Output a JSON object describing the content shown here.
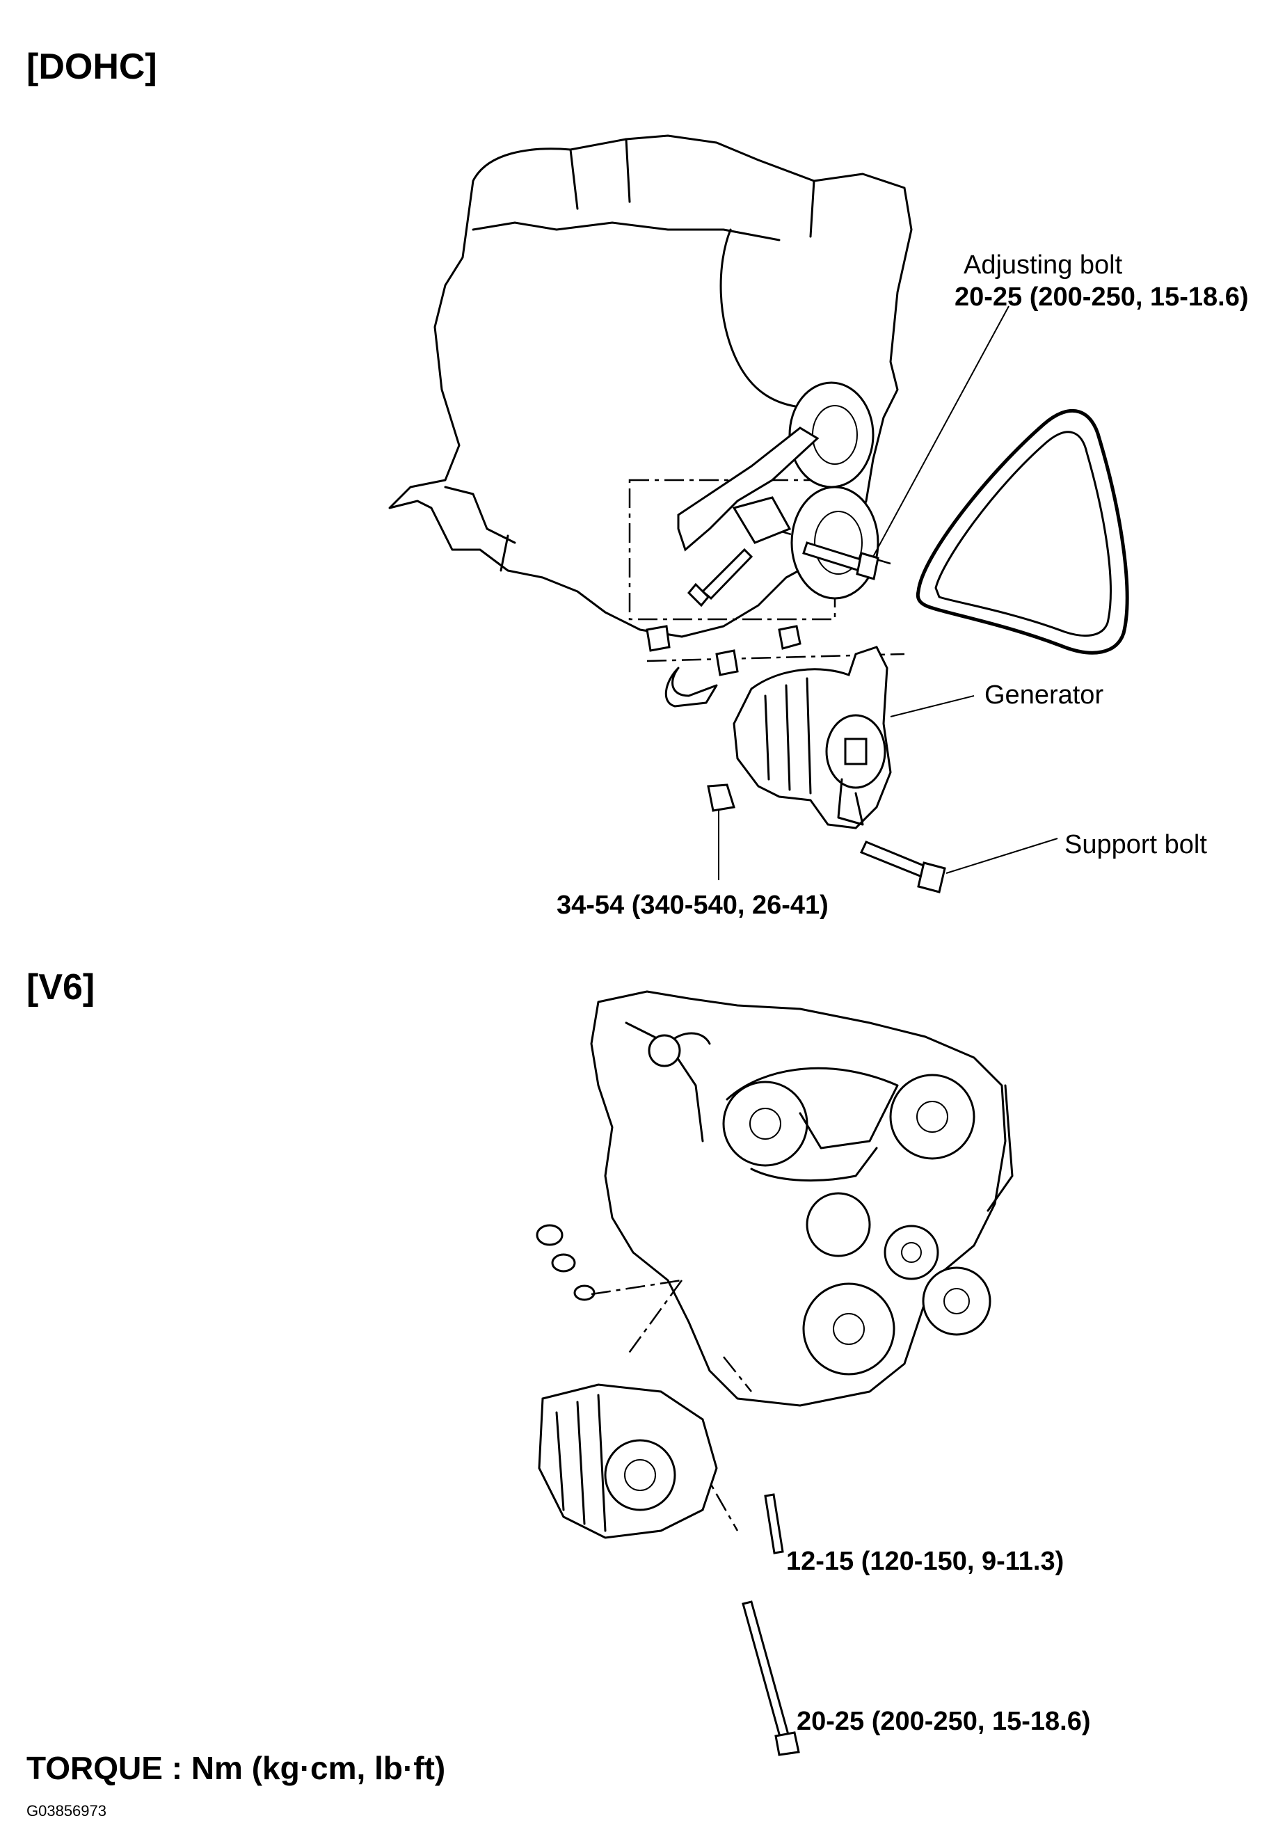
{
  "sections": {
    "dohc": "[DOHC]",
    "v6": "[V6]"
  },
  "dohc": {
    "adjusting_bolt": "Adjusting bolt",
    "adjusting_bolt_torque": "20-25 (200-250, 15-18.6)",
    "generator": "Generator",
    "support_bolt": "Support bolt",
    "nut_torque": "34-54 (340-540, 26-41)"
  },
  "v6": {
    "upper_bolt_torque": "12-15 (120-150, 9-11.3)",
    "lower_bolt_torque": "20-25 (200-250, 15-18.6)"
  },
  "footer": {
    "torque_units": "TORQUE : Nm (kg·cm, lb·ft)",
    "figure_code": "G03856973"
  }
}
